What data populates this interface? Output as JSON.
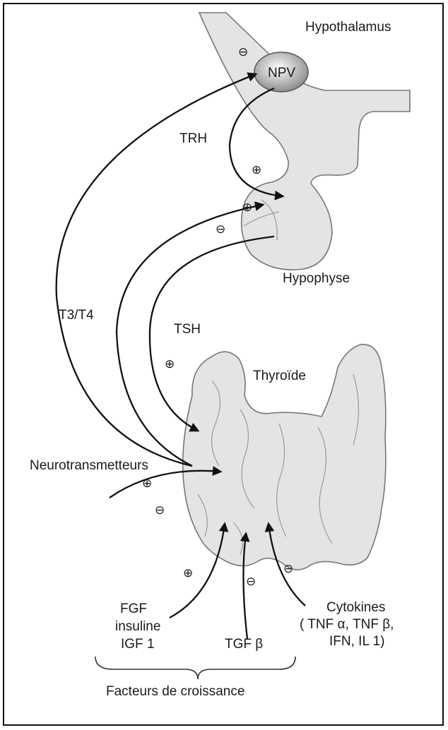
{
  "labels": {
    "hypothalamus": "Hypothalamus",
    "npv": "NPV",
    "trh": "TRH",
    "hypophyse": "Hypophyse",
    "t3t4": "T3/T4",
    "tsh": "TSH",
    "thyroide": "Thyroïde",
    "neurotransmetteurs": "Neurotransmetteurs",
    "fgf": "FGF",
    "insuline": "insuline",
    "igf1": "IGF 1",
    "tgf": "TGF β",
    "cytokines": "Cytokines",
    "cytokines_list1": "( TNF α, TNF β,",
    "cytokines_list2": "IFN, IL 1)",
    "facteurs": "Facteurs de croissance"
  },
  "signs": {
    "plus": "⊕",
    "minus": "⊖"
  }
}
